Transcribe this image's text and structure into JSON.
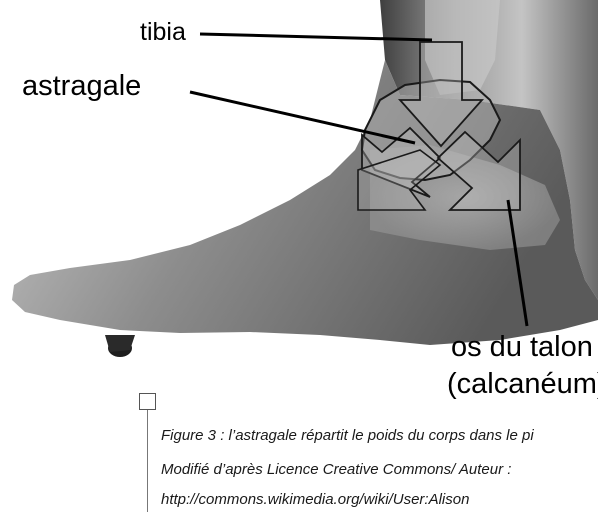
{
  "labels": {
    "tibia": "tibia",
    "astragale": "astragale",
    "talon_line1": "os du talon",
    "talon_line2": "(calcanéum)"
  },
  "caption": {
    "line1": "Figure 3 : l’astragale répartit le poids du corps dans le pi",
    "line2": "Modifié d’après Licence Creative Commons/ Auteur :",
    "line3": "http://commons.wikimedia.org/wiki/User:Alison"
  },
  "colors": {
    "leader_line": "#000000",
    "outline": "#1a1a1a",
    "background": "#ffffff"
  }
}
